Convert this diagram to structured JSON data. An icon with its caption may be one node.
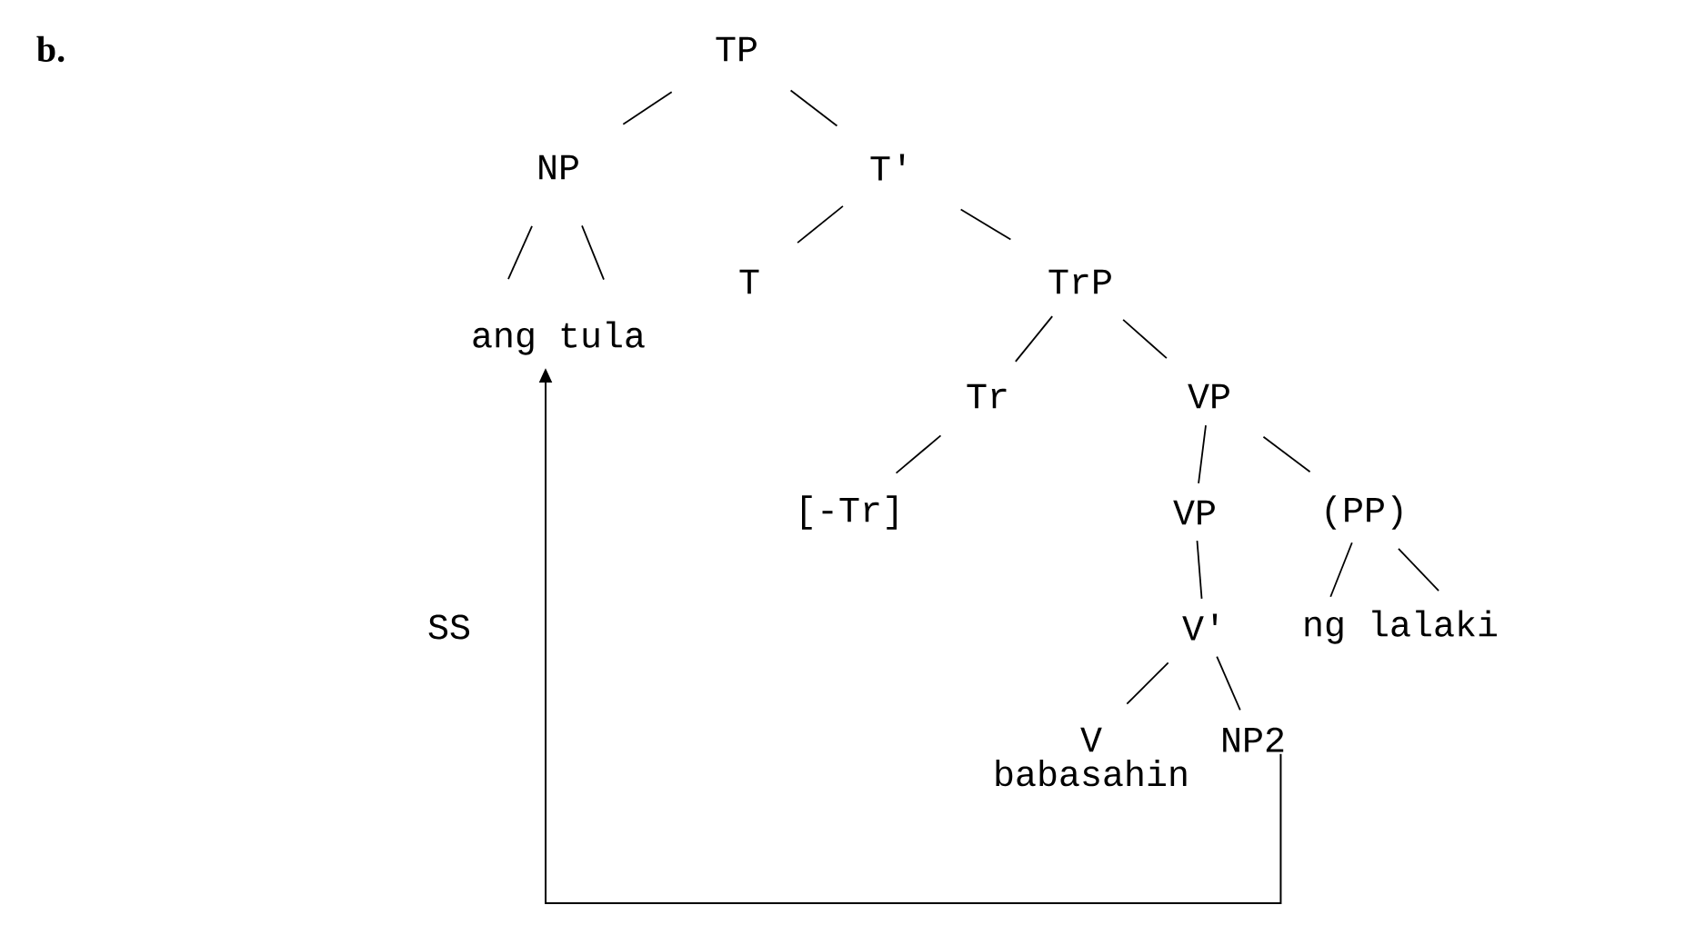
{
  "diagram": {
    "nodes": [
      {
        "text": [
          "TP"
        ]
      },
      {
        "text": [
          "NP"
        ]
      },
      {
        "text": [
          "T'"
        ]
      },
      {
        "text": [
          "T"
        ]
      },
      {
        "text": [
          "TrP"
        ]
      },
      {
        "text": [
          "ang tula"
        ]
      },
      {
        "text": [
          "Tr"
        ]
      },
      {
        "text": [
          "VP"
        ]
      },
      {
        "text": [
          "[-Tr]"
        ]
      },
      {
        "text": [
          "VP"
        ]
      },
      {
        "text": [
          "(PP)"
        ]
      },
      {
        "text": [
          "V'"
        ]
      },
      {
        "text": [
          "ng lalaki"
        ]
      },
      {
        "text": [
          "V"
        ],
        "beside": [
          "babasahin"
        ]
      },
      {
        "text": [
          "NP2"
        ]
      }
    ],
    "edges": [
      {
        "from": 0,
        "to": 1,
        "arrow": "none"
      },
      {
        "from": 0,
        "to": 2,
        "arrow": "none"
      },
      {
        "from": 1,
        "to": 5,
        "arrow": "none"
      },
      {
        "from": 1,
        "to": 5,
        "arrow": "none"
      },
      {
        "from": 2,
        "to": 3,
        "arrow": "none"
      },
      {
        "from": 2,
        "to": 4,
        "arrow": "none"
      },
      {
        "from": 4,
        "to": 6,
        "arrow": "none"
      },
      {
        "from": 4,
        "to": 7,
        "arrow": "none"
      },
      {
        "from": 6,
        "to": 8,
        "arrow": "none"
      },
      {
        "from": 7,
        "to": 9,
        "arrow": "none"
      },
      {
        "from": 7,
        "to": 10,
        "arrow": "none"
      },
      {
        "from": 9,
        "to": 11,
        "arrow": "none"
      },
      {
        "from": 10,
        "to": 12,
        "arrow": "none"
      },
      {
        "from": 10,
        "to": 12,
        "arrow": "none"
      },
      {
        "from": 11,
        "to": 13,
        "arrow": "none"
      },
      {
        "from": 11,
        "to": 14,
        "arrow": "none"
      },
      {
        "from": 14,
        "to": 5,
        "arrow": "to"
      }
    ],
    "labels": [
      "b.",
      "SS"
    ]
  }
}
